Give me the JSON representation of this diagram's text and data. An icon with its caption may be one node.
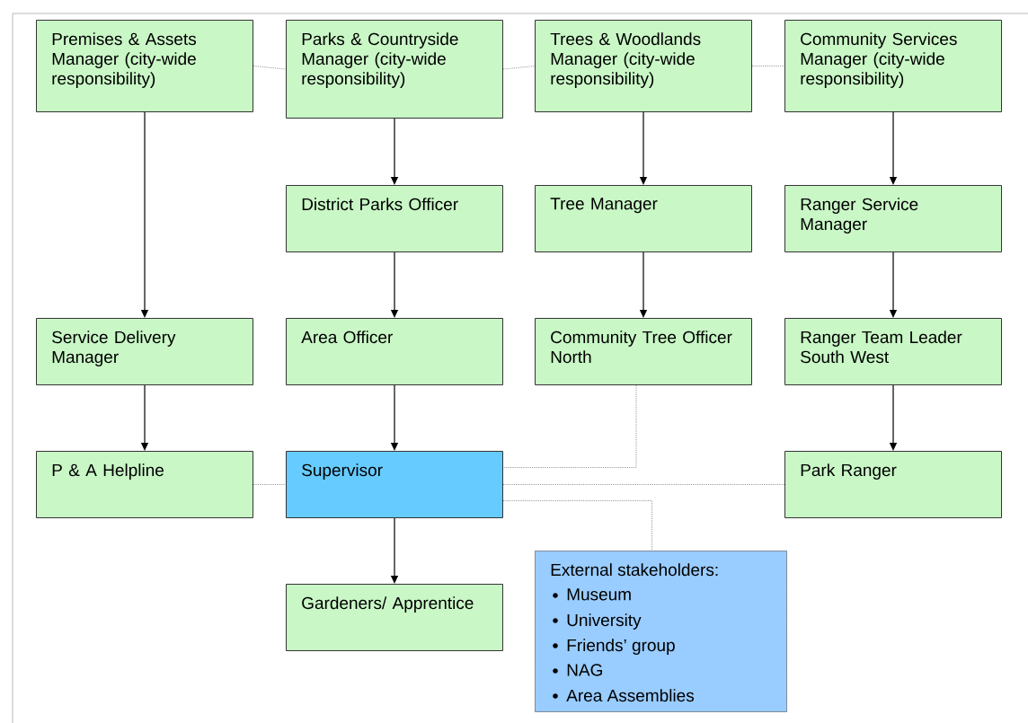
{
  "diagram": {
    "nodes": [
      {
        "text": [
          "Premises & Assets Manager (city-wide responsibility)"
        ]
      },
      {
        "text": [
          "Parks & Countryside Manager (city-wide responsibility)"
        ]
      },
      {
        "text": [
          "Trees & Woodlands Manager (city-wide responsibility)"
        ]
      },
      {
        "text": [
          "Community Services Manager (city-wide responsibility)"
        ]
      },
      {
        "text": [
          "District Parks Officer"
        ]
      },
      {
        "text": [
          "Tree Manager"
        ]
      },
      {
        "text": [
          "Ranger Service Manager"
        ]
      },
      {
        "text": [
          "Service Delivery Manager"
        ]
      },
      {
        "text": [
          "Area Officer"
        ]
      },
      {
        "text": [
          "Community Tree Officer North"
        ]
      },
      {
        "text": [
          "Ranger Team Leader South West"
        ]
      },
      {
        "text": [
          "P & A Helpline"
        ]
      },
      {
        "text": [
          "Supervisor"
        ]
      },
      {
        "text": [
          "Park Ranger"
        ]
      },
      {
        "text": [
          "Gardeners/ Apprentice"
        ]
      },
      {
        "text": [
          "External stakeholders:",
          "Museum",
          "University",
          "Friends’ group",
          "NAG",
          "Area Assemblies"
        ]
      }
    ],
    "edges": [
      {
        "from": 0,
        "to": 1,
        "arrow": "none",
        "style": "dashed",
        "color": "#999999"
      },
      {
        "from": 1,
        "to": 2,
        "arrow": "none",
        "style": "dashed",
        "color": "#999999"
      },
      {
        "from": 2,
        "to": 3,
        "arrow": "none",
        "style": "dashed",
        "color": "#999999"
      },
      {
        "from": 0,
        "to": 7,
        "arrow": "to"
      },
      {
        "from": 1,
        "to": 4,
        "arrow": "to"
      },
      {
        "from": 2,
        "to": 5,
        "arrow": "to"
      },
      {
        "from": 3,
        "to": 6,
        "arrow": "to"
      },
      {
        "from": 4,
        "to": 8,
        "arrow": "to"
      },
      {
        "from": 5,
        "to": 9,
        "arrow": "to"
      },
      {
        "from": 6,
        "to": 10,
        "arrow": "to"
      },
      {
        "from": 7,
        "to": 11,
        "arrow": "to"
      },
      {
        "from": 8,
        "to": 12,
        "arrow": "to"
      },
      {
        "from": 10,
        "to": 13,
        "arrow": "to"
      },
      {
        "from": 12,
        "to": 14,
        "arrow": "to"
      },
      {
        "from": 11,
        "to": 12,
        "arrow": "none",
        "style": "dashed",
        "color": "#999999"
      },
      {
        "from": 9,
        "to": 12,
        "arrow": "none",
        "style": "dashed",
        "color": "#999999"
      },
      {
        "from": 12,
        "to": 13,
        "arrow": "none",
        "style": "dashed",
        "color": "#999999"
      },
      {
        "from": 12,
        "to": 15,
        "arrow": "none",
        "style": "dashed",
        "color": "#999999"
      }
    ]
  }
}
